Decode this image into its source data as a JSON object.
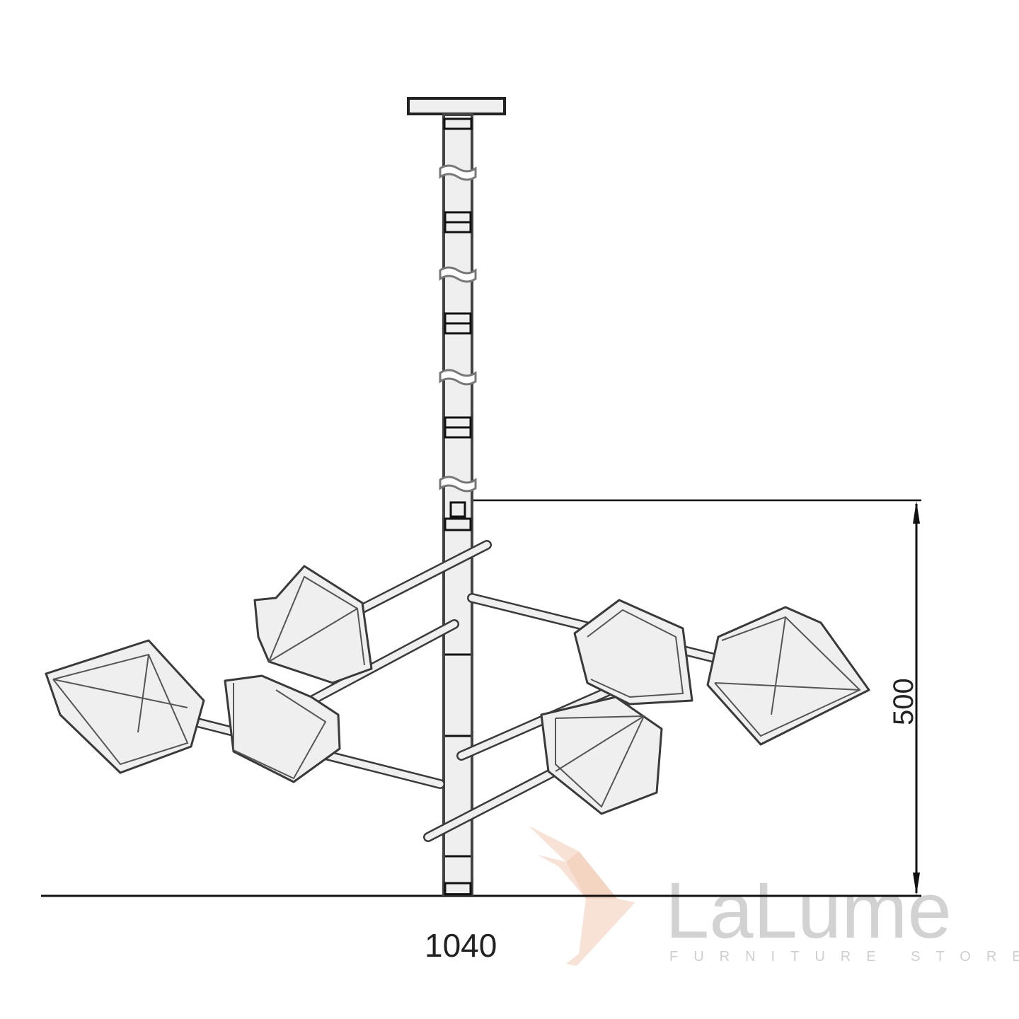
{
  "drawing": {
    "subject": "chandelier",
    "dimensions": {
      "width_label": "1040",
      "height_label": "500"
    }
  },
  "logo": {
    "name": "LaLume",
    "tagline": "FURNITURE STORE",
    "bird_color": "#f6d9c8",
    "text_color": "#d2d2d2"
  }
}
